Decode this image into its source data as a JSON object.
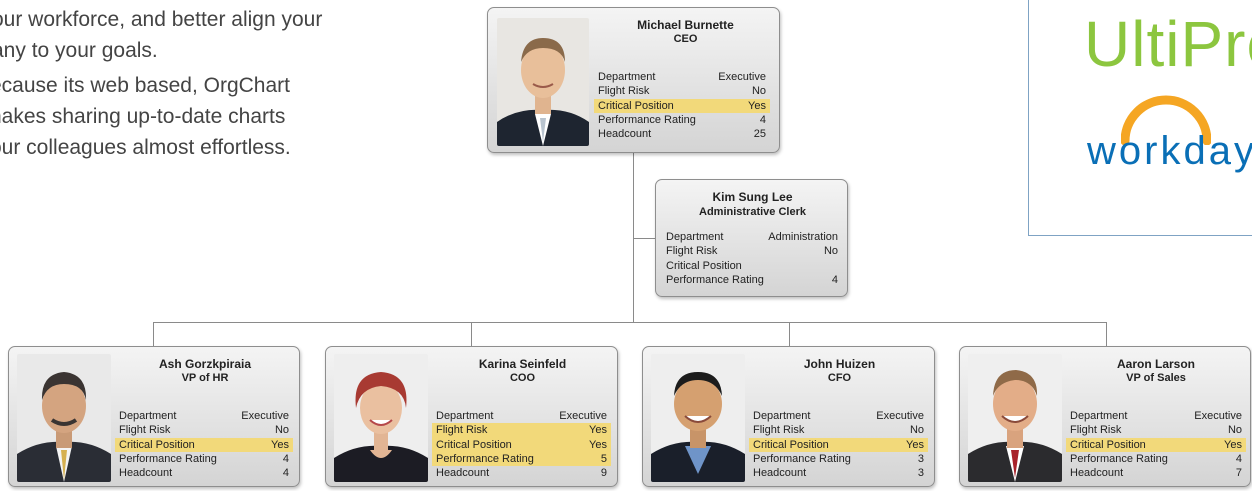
{
  "intro": {
    "p1_line1": "our workforce, and better align your",
    "p1_line2": "any to your goals.",
    "p2_line1": "ecause its web based, OrgChart",
    "p2_line2": "nakes sharing up-to-date charts",
    "p2_line3": "our colleagues almost effortless."
  },
  "logos": {
    "ultipro": "UltiPro",
    "workday": "workday"
  },
  "ceo": {
    "name": "Michael Burnette",
    "title": "CEO",
    "rows": [
      {
        "label": "Department",
        "value": "Executive",
        "highlight": false
      },
      {
        "label": "Flight Risk",
        "value": "No",
        "highlight": false
      },
      {
        "label": "Critical Position",
        "value": "Yes",
        "highlight": true
      },
      {
        "label": "Performance Rating",
        "value": "4",
        "highlight": false
      },
      {
        "label": "Headcount",
        "value": "25",
        "highlight": false
      }
    ]
  },
  "assistant": {
    "name": "Kim Sung Lee",
    "title": "Administrative Clerk",
    "rows": [
      {
        "label": "Department",
        "value": "Administration",
        "highlight": false
      },
      {
        "label": "Flight Risk",
        "value": "No",
        "highlight": false
      },
      {
        "label": "Critical Position",
        "value": "",
        "highlight": false
      },
      {
        "label": "Performance Rating",
        "value": "4",
        "highlight": false
      }
    ]
  },
  "reports": [
    {
      "name": "Ash Gorzkpiraia",
      "title": "VP of HR",
      "rows": [
        {
          "label": "Department",
          "value": "Executive",
          "highlight": false
        },
        {
          "label": "Flight Risk",
          "value": "No",
          "highlight": false
        },
        {
          "label": "Critical Position",
          "value": "Yes",
          "highlight": true
        },
        {
          "label": "Performance Rating",
          "value": "4",
          "highlight": false
        },
        {
          "label": "Headcount",
          "value": "4",
          "highlight": false
        }
      ]
    },
    {
      "name": "Karina Seinfeld",
      "title": "COO",
      "rows": [
        {
          "label": "Department",
          "value": "Executive",
          "highlight": false
        },
        {
          "label": "Flight Risk",
          "value": "Yes",
          "highlight": true
        },
        {
          "label": "Critical Position",
          "value": "Yes",
          "highlight": true
        },
        {
          "label": "Performance Rating",
          "value": "5",
          "highlight": true
        },
        {
          "label": "Headcount",
          "value": "9",
          "highlight": false
        }
      ]
    },
    {
      "name": "John Huizen",
      "title": "CFO",
      "rows": [
        {
          "label": "Department",
          "value": "Executive",
          "highlight": false
        },
        {
          "label": "Flight Risk",
          "value": "No",
          "highlight": false
        },
        {
          "label": "Critical Position",
          "value": "Yes",
          "highlight": true
        },
        {
          "label": "Performance Rating",
          "value": "3",
          "highlight": false
        },
        {
          "label": "Headcount",
          "value": "3",
          "highlight": false
        }
      ]
    },
    {
      "name": "Aaron Larson",
      "title": "VP of Sales",
      "rows": [
        {
          "label": "Department",
          "value": "Executive",
          "highlight": false
        },
        {
          "label": "Flight Risk",
          "value": "No",
          "highlight": false
        },
        {
          "label": "Critical Position",
          "value": "Yes",
          "highlight": true
        },
        {
          "label": "Performance Rating",
          "value": "4",
          "highlight": false
        },
        {
          "label": "Headcount",
          "value": "7",
          "highlight": false
        }
      ]
    }
  ],
  "colors": {
    "highlight": "#f2d97a",
    "ultipro_green": "#8cc63f",
    "workday_blue": "#0a6fb6",
    "workday_orange": "#f5a623"
  }
}
